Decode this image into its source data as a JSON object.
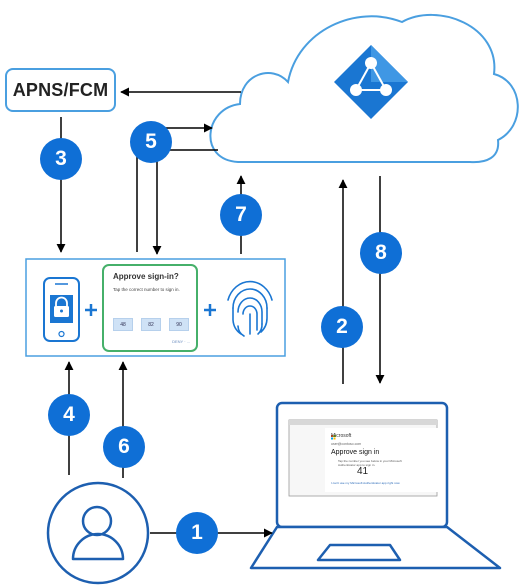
{
  "apns_label": "APNS/FCM",
  "steps": [
    "1",
    "2",
    "3",
    "4",
    "5",
    "6",
    "7",
    "8"
  ],
  "colors": {
    "badge": "#0f6fd6",
    "accent_blue": "#1a76d2",
    "frame_border": "#4a9fe0",
    "green": "#46b06a",
    "cloud_border": "#4a9fe0",
    "laptop_outline": "#1d5fb0",
    "azure_blue": "#1a76d2",
    "arrow": "#000000"
  },
  "icons": [
    "azure-ad-icon",
    "phone-lock-icon",
    "fingerprint-icon",
    "user-icon",
    "laptop-icon",
    "microsoft-logo-icon"
  ],
  "prompt_card": {
    "title": "Approve sign-in?",
    "instruction": "Tap the correct number to sign in.",
    "numbers": [
      "48",
      "82",
      "90"
    ],
    "footer": "DENY  ·  ..."
  },
  "laptop_screen": {
    "brand": "Microsoft",
    "account": "user@contoso.com",
    "title": "Approve sign in",
    "instruction": "Tap the number you see below in your Microsoft Authenticator app to sign in.",
    "number": "41",
    "link": "I can't use my Microsoft Authenticator app right now"
  }
}
